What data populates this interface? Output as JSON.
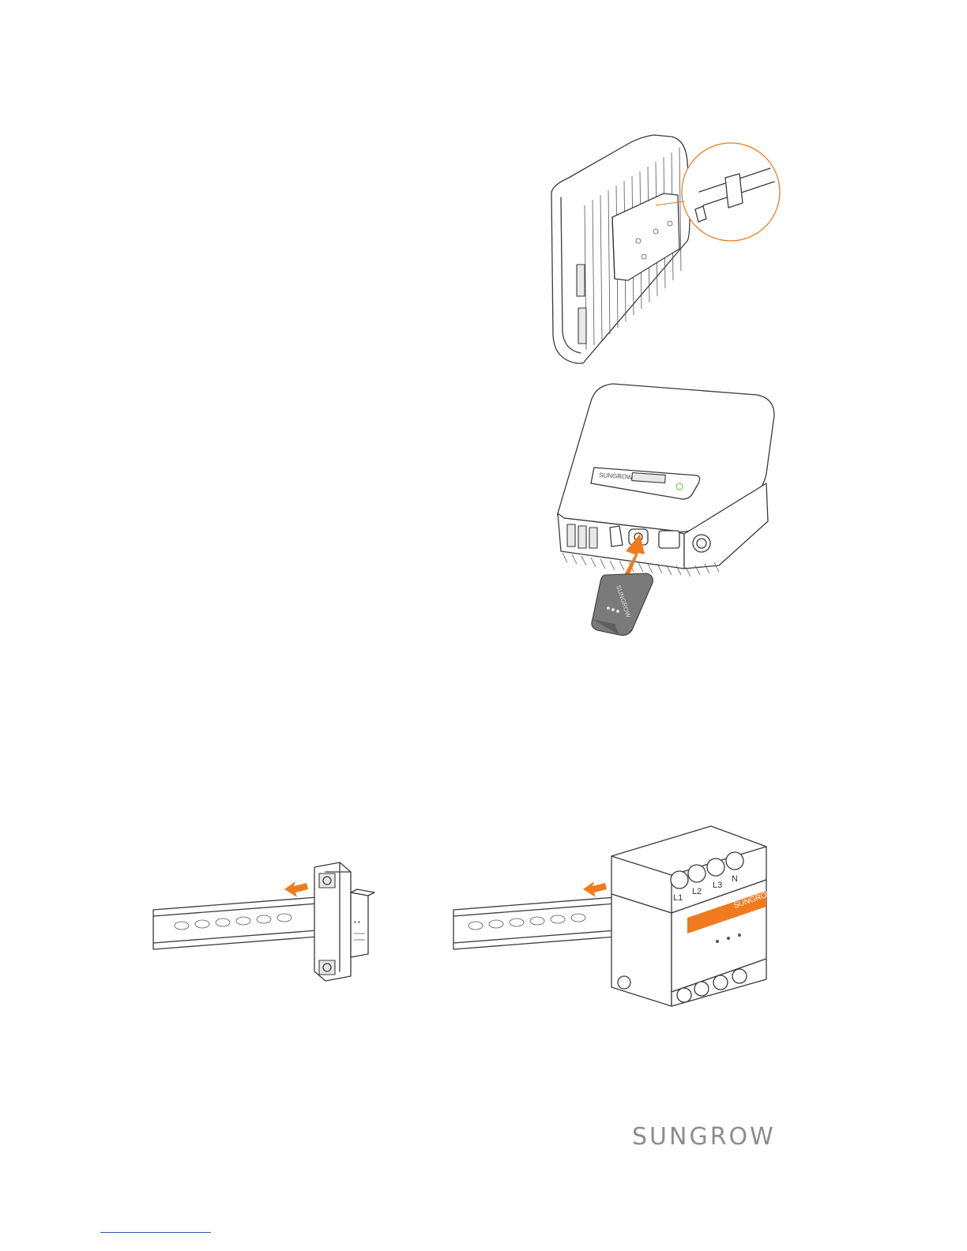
{
  "page": {
    "brand_logo_text": "SUNGROW",
    "footer_link_text": ""
  },
  "figure_inverter_back": {
    "icon": "inverter-rear-bracket-illustration",
    "highlight_color": "#f07a1d"
  },
  "figure_inverter_front": {
    "icon": "inverter-front-with-wifi-module-illustration",
    "panel_brand": "SUNGROW",
    "module_brand": "SUNGROW",
    "arrow_color": "#f07a1d"
  },
  "figure_meter_single": {
    "icon": "din-rail-single-phase-meter-illustration",
    "arrow_color": "#f07a1d"
  },
  "figure_meter_three": {
    "icon": "din-rail-three-phase-meter-illustration",
    "terminal_labels": [
      "L1",
      "L2",
      "L3",
      "N"
    ],
    "band_brand": "SUNGROW",
    "band_color": "#f07a1d"
  }
}
